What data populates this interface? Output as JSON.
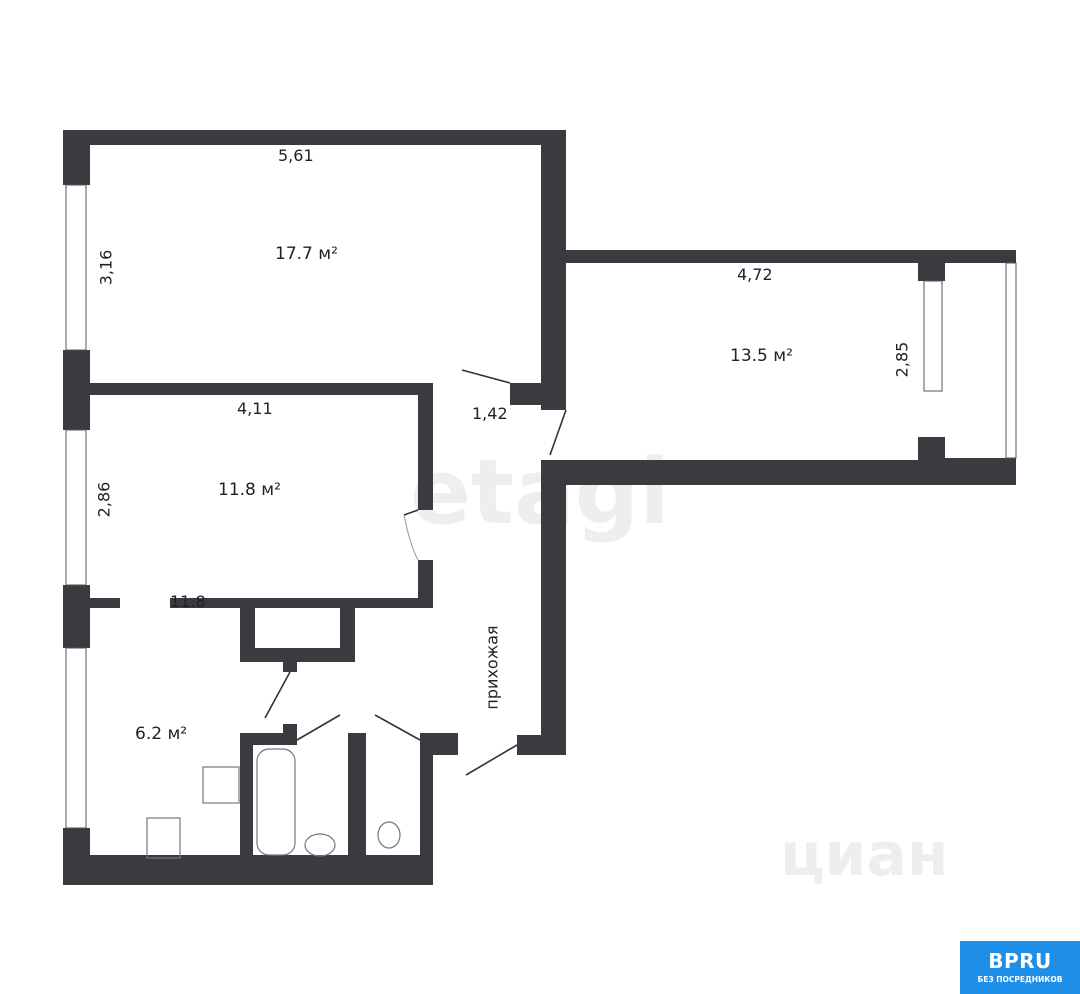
{
  "watermarks": {
    "etagi": "etagi",
    "cian": "циан"
  },
  "rooms": {
    "room1": {
      "area": "17.7 м²",
      "width": "5,61",
      "depth": "3,16"
    },
    "room2": {
      "area": "13.5 м²",
      "width": "4,72",
      "depth": "2,85"
    },
    "room3": {
      "area": "11.8 м²",
      "width": "4,11",
      "depth": "2,86",
      "extra": "11.8"
    },
    "hall": {
      "name": "прихожая",
      "width": "1,42"
    },
    "kitchen": {
      "area": "6.2 м²"
    }
  },
  "logo": {
    "brand": "BPRU",
    "tagline": "БЕЗ ПОСРЕДНИКОВ",
    "color": "#1e8fe8"
  }
}
